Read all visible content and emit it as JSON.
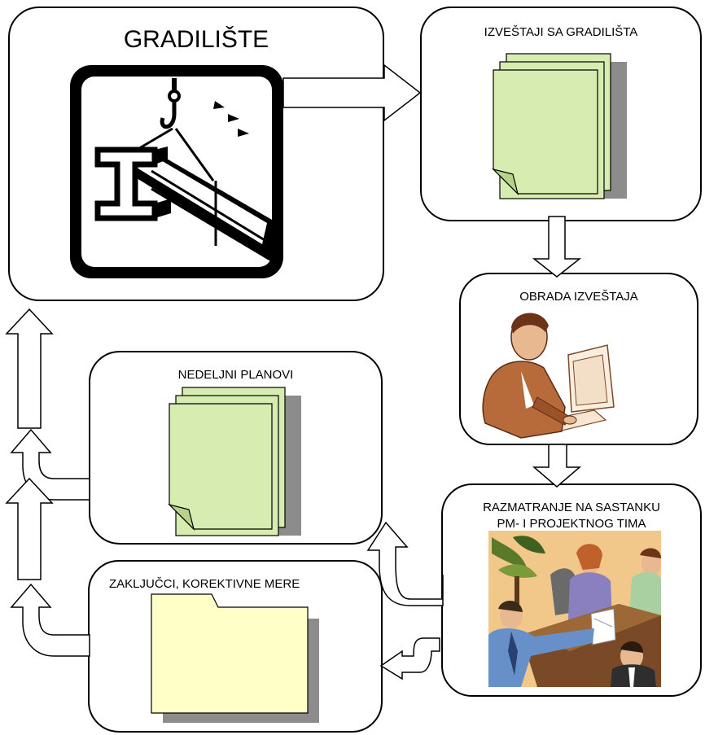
{
  "boxes": {
    "site": {
      "title": "GRADILIŠTE"
    },
    "site_reports": {
      "title": "IZVEŠTAJI SA GRADILIŠTA"
    },
    "processing": {
      "title": "OBRADA IZVEŠTAJA"
    },
    "meeting": {
      "title_line1": "RAZMATRANJE NA SASTANKU",
      "title_line2": "PM- I PROJEKTNOG TIMA"
    },
    "weekly_plans": {
      "title": "NEDELJNI PLANOVI"
    },
    "conclusions": {
      "title": "ZAKLJUČCI, KOREKTIVNE MERE"
    }
  },
  "colors": {
    "paper_green": "#d6ecb0",
    "folder_yellow": "#ffffc8",
    "shadow_gray": "#8c8c8c",
    "outline": "#000000"
  },
  "icons": [
    "crane-beam-icon",
    "documents-icon",
    "person-computer-icon",
    "meeting-icon",
    "folder-icon"
  ]
}
